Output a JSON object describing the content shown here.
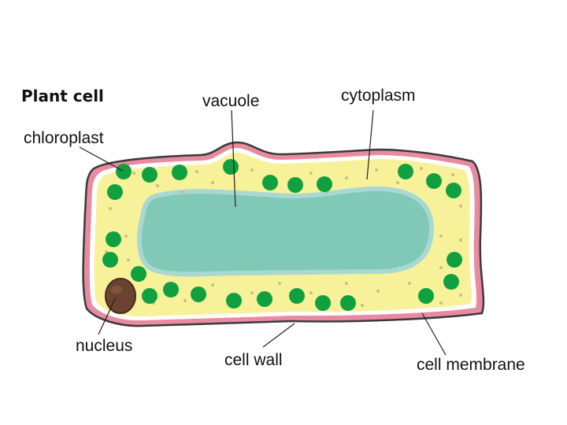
{
  "title": "Plant cell",
  "labels": {
    "vacuole": "vacuole",
    "cytoplasm": "cytoplasm",
    "chloroplast": "chloroplast",
    "nucleus": "nucleus",
    "cell_wall": "cell wall",
    "cell_membrane": "cell membrane"
  },
  "colors": {
    "cell_wall": "#e98aa0",
    "cell_outline": "#3a3a3a",
    "membrane": "#ffffff",
    "cytoplasm": "#f7f29a",
    "vacuole": "#7fc9b6",
    "vacuole_edge": "#a9d8d2",
    "chloroplast": "#10a040",
    "nucleus": "#6b4431",
    "granule": "#c9c07a"
  }
}
